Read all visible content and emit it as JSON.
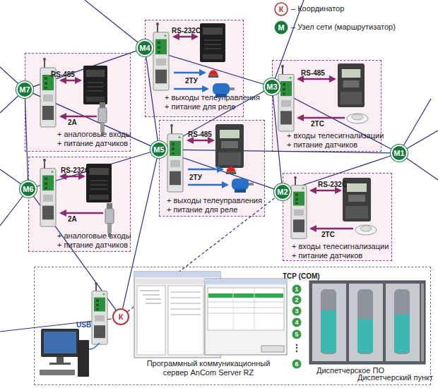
{
  "diagram": {
    "nodes": [
      {
        "text": [
          "+ выходы телеуправления + питание для реле"
        ]
      },
      {
        "text": [
          "+ аналоговые входы + питание датчиков"
        ]
      },
      {
        "text": [
          "+ входы телесигнализации + питание датчиков"
        ]
      },
      {
        "text": [
          "+ выходы телеуправления + питание для реле"
        ]
      },
      {
        "text": [
          "+ аналоговые входы + питание датчиков"
        ]
      },
      {
        "text": [
          "+ входы телесигнализации + питание датчиков"
        ]
      },
      {
        "text": [
          "Диспетчерский пункт"
        ]
      },
      {
        "text": [
          "К"
        ],
        "in": 6
      },
      {
        "text": [
          "М4"
        ]
      },
      {
        "text": [
          "М7"
        ]
      },
      {
        "text": [
          "М3"
        ]
      },
      {
        "text": [
          "М5"
        ]
      },
      {
        "text": [
          "М1"
        ]
      },
      {
        "text": [
          "М6"
        ]
      },
      {
        "text": [
          "М2"
        ]
      }
    ],
    "edges": [
      {
        "from": 9,
        "to": 8,
        "arrow": "none"
      },
      {
        "from": 9,
        "to": 11,
        "arrow": "none"
      },
      {
        "from": 9,
        "to": 13,
        "arrow": "none"
      },
      {
        "from": 8,
        "to": 11,
        "arrow": "none"
      },
      {
        "from": 8,
        "to": 10,
        "arrow": "none"
      },
      {
        "from": 10,
        "to": 11,
        "arrow": "none"
      },
      {
        "from": 10,
        "to": 14,
        "arrow": "none"
      },
      {
        "from": 10,
        "to": 12,
        "arrow": "none"
      },
      {
        "from": 11,
        "to": 14,
        "arrow": "none"
      },
      {
        "from": 11,
        "to": 12,
        "arrow": "none"
      },
      {
        "from": 11,
        "to": 13,
        "arrow": "none"
      },
      {
        "from": 11,
        "to": 7,
        "arrow": "none"
      },
      {
        "from": 13,
        "to": 7,
        "arrow": "none"
      },
      {
        "from": 14,
        "to": 12,
        "arrow": "none"
      },
      {
        "from": 7,
        "to": 14,
        "arrow": "none"
      }
    ],
    "labels": [
      "К",
      "М",
      "RS-485",
      "2А",
      "RS-232C",
      "2ТУ",
      "RS-485",
      "2ТС",
      "RS-485",
      "2ТУ",
      "RS-232C",
      "2А",
      "RS-232C",
      "2ТС",
      "USB",
      "Программный коммуникационный сервер AnCom Server RZ",
      "TCP (COM)",
      "1",
      "2",
      "3",
      "4",
      "5",
      "⋮",
      "6",
      "Диспетчерское ПО"
    ],
    "legend": [
      {
        "text": "– Координатор"
      },
      {
        "text": "– Узел сети (маршрутизатор)"
      }
    ]
  }
}
